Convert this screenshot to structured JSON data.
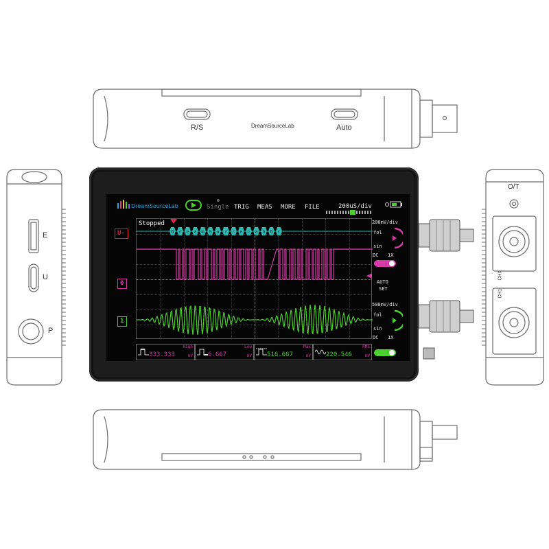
{
  "top_view": {
    "logo_text": "DreamSourceLab",
    "button_left_label": "R/S",
    "button_right_label": "Auto"
  },
  "left_view": {
    "port_e_label": "E",
    "port_u_label": "U",
    "power_label": "P"
  },
  "right_view": {
    "trigger_label": "O/T",
    "ch0_label": "CH0",
    "ch1_label": "CH1"
  },
  "screen": {
    "logo_text": "DreamSourceLab",
    "status": "Stopped",
    "menu": {
      "single": "Single",
      "trig": "TRIG",
      "meas": "MEAS",
      "more": "MORE",
      "file": "FILE"
    },
    "timebase": "200uS/div",
    "channels": {
      "decoder_marker": "U-",
      "ch0_marker": "0",
      "ch1_marker": "1",
      "decoder_text": "DreamSourceLab"
    },
    "ch0_panel": {
      "vdiv": "200mV/div",
      "trigger_line1": "fol",
      "trigger_line2": "sin",
      "coupling": "DC",
      "probe": "1X",
      "color": "#d63aa6"
    },
    "auto_set": {
      "line1": "AUTO",
      "line2": "SET"
    },
    "ch1_panel": {
      "vdiv": "500mV/div",
      "trigger_line1": "fol",
      "trigger_line2": "sin",
      "coupling": "DC",
      "probe": "1X",
      "color": "#4bd12e"
    },
    "measurements": [
      {
        "title": "High",
        "value": "333.333",
        "unit": "mV"
      },
      {
        "title": "Low",
        "value": "6.667",
        "unit": "mV"
      },
      {
        "title": "Max",
        "value": "516.667",
        "unit": "mV"
      },
      {
        "title": "RMS",
        "value": "220.546",
        "unit": "mV"
      }
    ]
  }
}
